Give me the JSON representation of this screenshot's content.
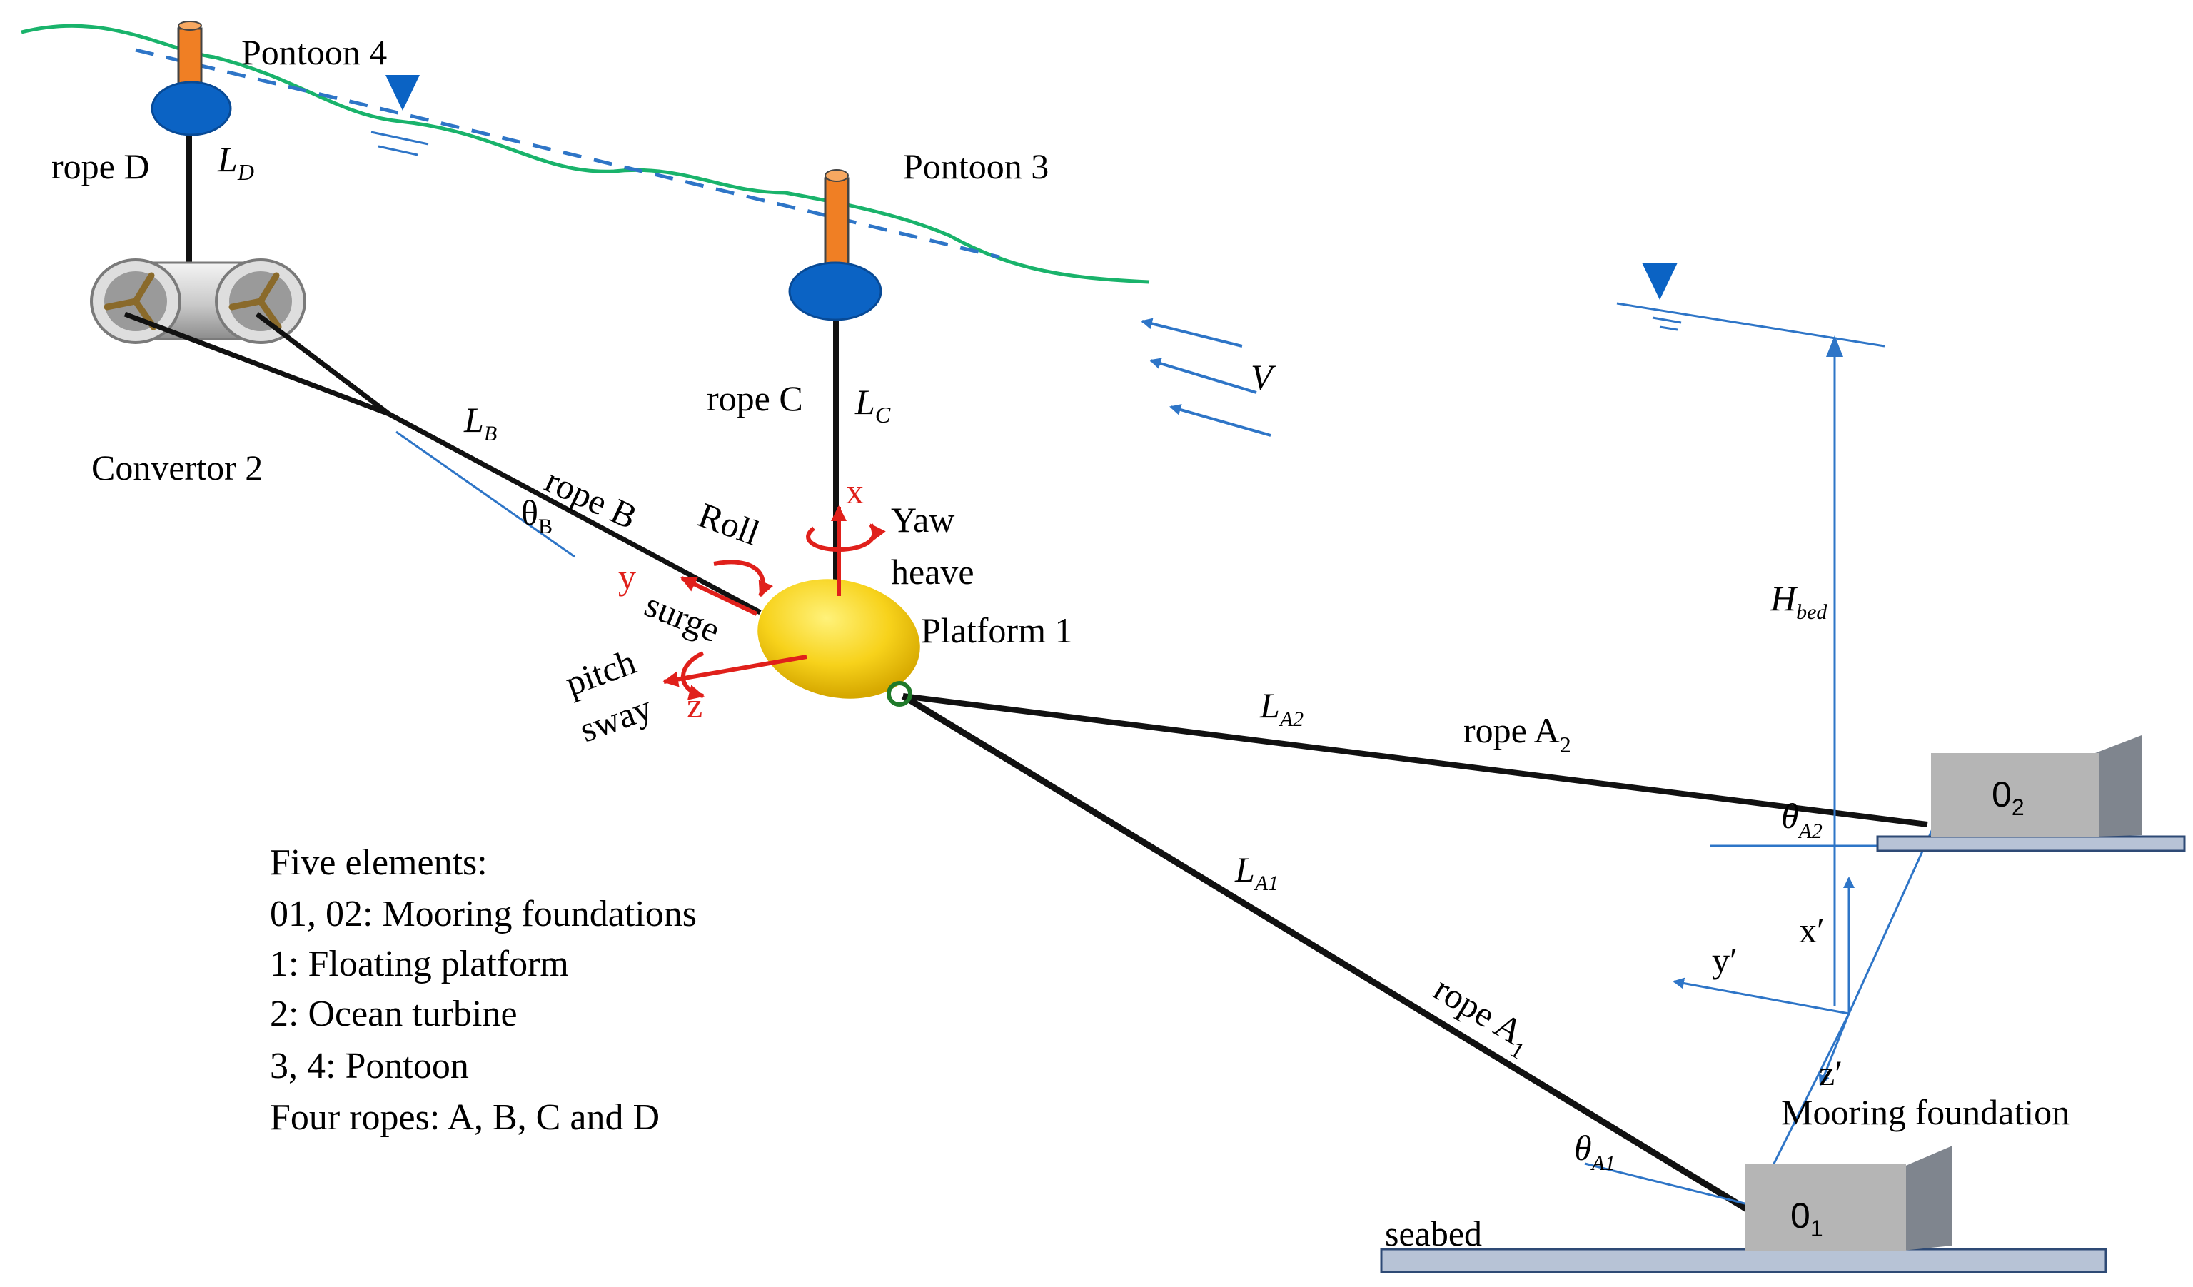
{
  "labels": {
    "pontoon4": "Pontoon 4",
    "pontoon3": "Pontoon 3",
    "rope_d": "rope D",
    "l_d": "L",
    "l_d_sub": "D",
    "rope_c": "rope C",
    "l_c": "L",
    "l_c_sub": "C",
    "convertor2": "Convertor 2",
    "l_b": "L",
    "l_b_sub": "B",
    "rope_b": "rope B",
    "theta_b": "θ",
    "theta_b_sub": "B",
    "roll": "Roll",
    "yaw": "Yaw",
    "heave": "heave",
    "surge": "surge",
    "pitch": "pitch",
    "sway": "sway",
    "axis_x": "x",
    "axis_y": "y",
    "axis_z": "z",
    "platform1": "Platform 1",
    "l_a2": "L",
    "l_a2_sub": "A2",
    "rope_a2": "rope A",
    "rope_a2_sub": "2",
    "theta_a2": "θ",
    "theta_a2_sub": "A2",
    "l_a1": "L",
    "l_a1_sub": "A1",
    "rope_a1": "rope A",
    "rope_a1_sub": "1",
    "theta_a1": "θ",
    "theta_a1_sub": "A1",
    "current_v": "V",
    "h_bed": "H",
    "h_bed_sub": "bed",
    "x_prime": "x′",
    "y_prime": "y′",
    "z_prime": "z′",
    "mooring_foundation": "Mooring foundation",
    "seabed": "seabed",
    "block_o2": "0",
    "block_o2_sub": "2",
    "block_o1": "0",
    "block_o1_sub": "1"
  },
  "legend": [
    "Five elements:",
    "01, 02: Mooring foundations",
    "1: Floating platform",
    "2: Ocean turbine",
    "3, 4: Pontoon",
    "Four ropes: A, B, C and D"
  ],
  "colors": {
    "wave": "#19b36b",
    "water_line": "#2e75c7",
    "pontoon_float": "#0b63c4",
    "pontoon_pole": "#f07f24",
    "platform": "#f7d21b",
    "axis_red": "#e0201b",
    "block": "#b5b5b5",
    "seabed": "#b7c3d6"
  }
}
